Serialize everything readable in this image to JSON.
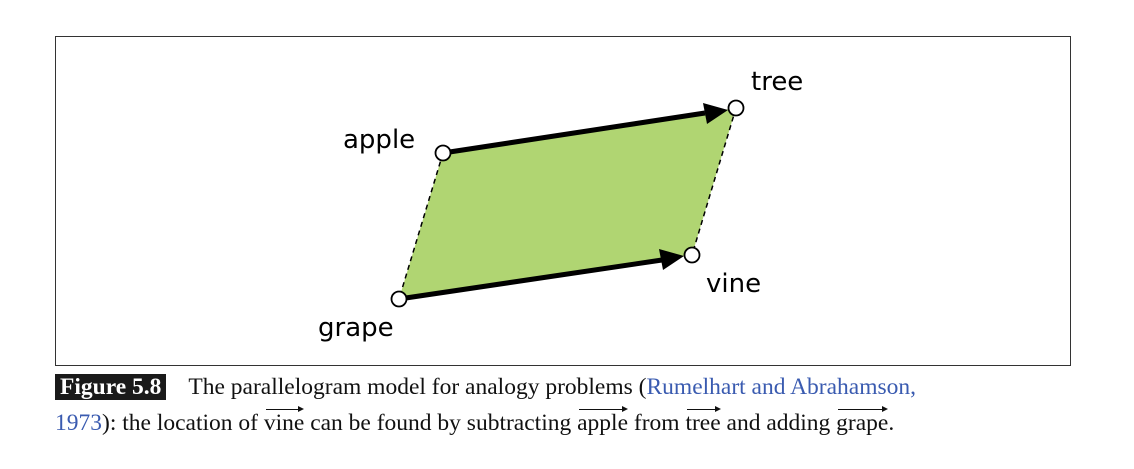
{
  "diagram": {
    "fill_color": "#b0d572",
    "points": [
      {
        "id": "apple",
        "label": "apple"
      },
      {
        "id": "tree",
        "label": "tree"
      },
      {
        "id": "grape",
        "label": "grape"
      },
      {
        "id": "vine",
        "label": "vine"
      }
    ]
  },
  "caption": {
    "figure_label": "Figure 5.8",
    "text_1": "The parallelogram model for analogy problems (",
    "citation_1": "Rumelhart and Abrahamson,",
    "citation_2": "1973",
    "text_2": "): the location of ",
    "vec_vine": "vine",
    "text_3": " can be found by subtracting ",
    "vec_apple": "apple",
    "text_4": " from ",
    "vec_tree": "tree",
    "text_5": " and adding ",
    "vec_grape": "grape",
    "text_6": "."
  }
}
